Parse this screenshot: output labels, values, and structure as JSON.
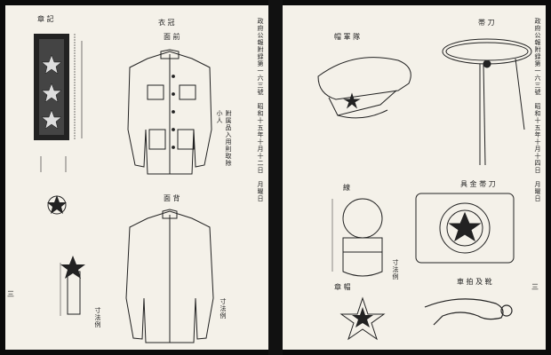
{
  "left_page": {
    "margin_text": "政府公報附録第一六三號　昭和十五年十月十二日　月曜日",
    "captions": {
      "insignia": "章 記",
      "tunic_top": "衣 冠",
      "tunic_front": "面 前",
      "tunic_back": "面 背",
      "side_note": "附属品入用則取除 小人",
      "scale_note_1": "寸法例",
      "scale_note_2": "寸法例"
    },
    "footer": "三"
  },
  "right_page": {
    "margin_text": "政府公報附録第一六三號　昭和十五年十月十四日　月曜日",
    "captions": {
      "cap": "帽 軍 隊",
      "belt": "帯 刀",
      "buckle": "具 金 帯 刀",
      "stripe": "線",
      "emblem": "章 帽",
      "spur": "車 拍 及 靴",
      "scale_note": "寸法例"
    },
    "footer": "三"
  },
  "colors": {
    "paper": "#f4f1e9",
    "ink": "#222222",
    "background": "#0b0b0b"
  }
}
